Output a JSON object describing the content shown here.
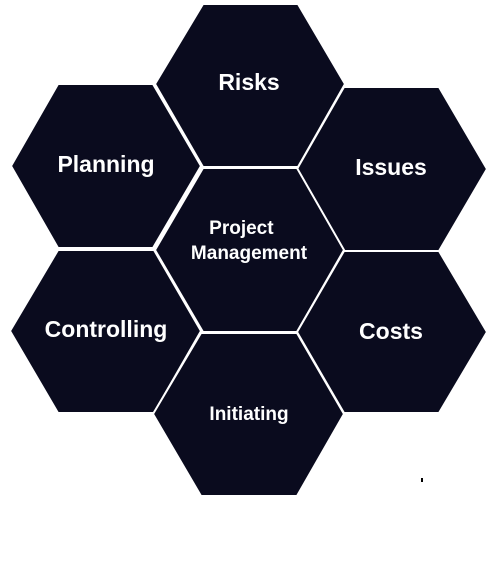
{
  "colors": {
    "hex_fill": "#0a0b1e",
    "hex_border": "#ffffff",
    "label": "#ffffff",
    "background": "#ffffff"
  },
  "hexagons": {
    "top": {
      "label": "Risks"
    },
    "upper_left": {
      "label": "Planning"
    },
    "upper_right": {
      "label": "Issues"
    },
    "center": {
      "lines": [
        "Project",
        "Management"
      ]
    },
    "lower_left": {
      "label": "Controlling"
    },
    "lower_right": {
      "label": "Costs"
    },
    "bottom": {
      "label": "Initiating"
    }
  }
}
